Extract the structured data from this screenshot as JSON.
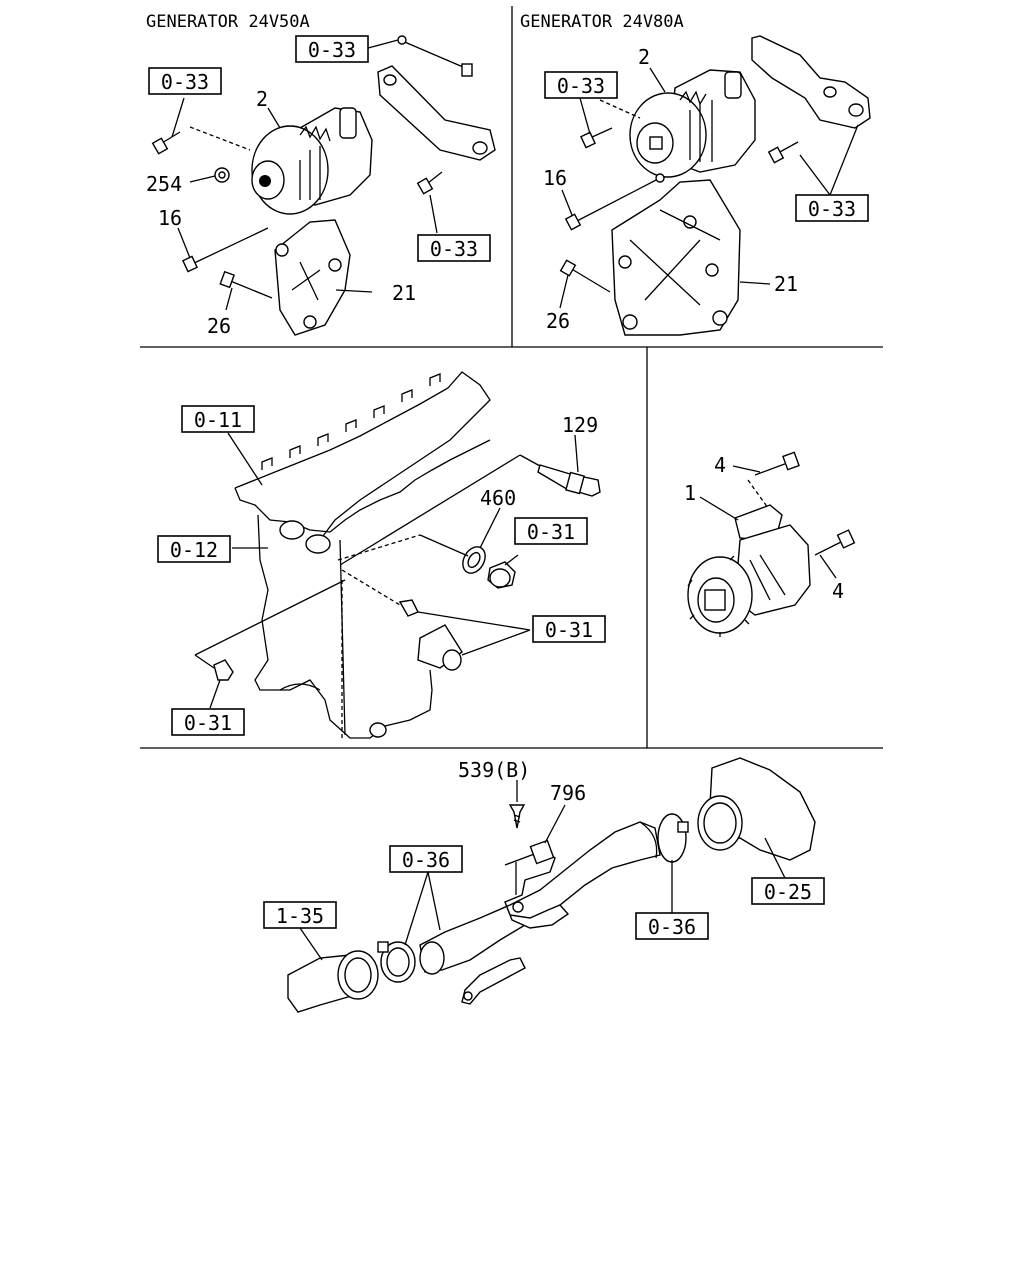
{
  "panels": {
    "gen50": {
      "title": "GENERATOR 24V50A",
      "refs": [
        "0-33",
        "0-33",
        "0-33"
      ],
      "parts": [
        "2",
        "254",
        "16",
        "26",
        "21"
      ]
    },
    "gen80": {
      "title": "GENERATOR 24V80A",
      "refs": [
        "0-33",
        "0-33"
      ],
      "parts": [
        "2",
        "16",
        "26",
        "21"
      ]
    },
    "engine": {
      "refs": [
        "0-11",
        "0-12",
        "0-31",
        "0-31",
        "0-31"
      ],
      "parts": [
        "129",
        "460"
      ]
    },
    "starter": {
      "parts": [
        "4",
        "1",
        "4"
      ]
    },
    "intake": {
      "refs": [
        "0-36",
        "1-35",
        "0-36",
        "0-25"
      ],
      "parts": [
        "539(B)",
        "796"
      ]
    }
  }
}
